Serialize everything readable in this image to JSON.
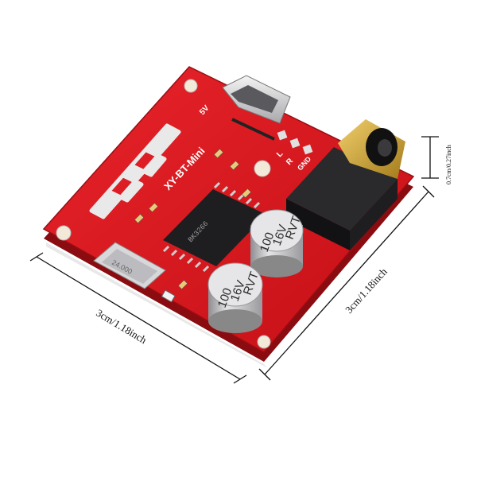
{
  "dimensions": {
    "width_label": "3cm/1.18inch",
    "depth_label": "3cm/1.18inch",
    "height_label": "0.7cm/0.27inch"
  },
  "board": {
    "model_label": "XY-BT-Mini",
    "power_label": "5V",
    "pad_labels": [
      "L",
      "R",
      "GND"
    ],
    "chip_marking": "BK3266",
    "crystal_marking": "24.000"
  },
  "capacitors": [
    {
      "value": "100",
      "voltage": "16V",
      "brand": "RVT"
    },
    {
      "value": "100",
      "voltage": "16V",
      "brand": "RVT"
    }
  ],
  "colors": {
    "pcb": "#d8121a",
    "capacitor": "#c9c9cc",
    "jack": "#1a1a1a",
    "gold": "#c9a13a"
  }
}
